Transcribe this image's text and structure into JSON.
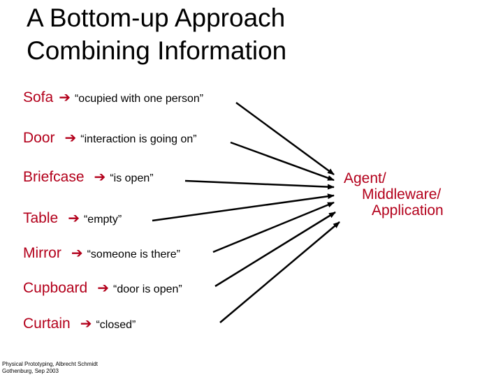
{
  "title": {
    "line1": "A Bottom-up Approach",
    "line2": "Combining Information"
  },
  "items": [
    {
      "label": "Sofa",
      "value": "“ocupied with one person”"
    },
    {
      "label": "Door",
      "value": "“interaction is going on”"
    },
    {
      "label": "Briefcase",
      "value": "“is open”"
    },
    {
      "label": "Table",
      "value": "“empty”"
    },
    {
      "label": "Mirror",
      "value": "“someone is there”"
    },
    {
      "label": "Cupboard",
      "value": "“door is open”"
    },
    {
      "label": "Curtain",
      "value": "“closed”"
    }
  ],
  "target": {
    "line1": "Agent/",
    "line2": "Middleware/",
    "line3": "Application"
  },
  "footer": {
    "line1": "Physical Prototyping, Albrecht Schmidt",
    "line2": "Gothenburg, Sep 2003"
  },
  "colors": {
    "accent": "#b3001b",
    "text": "#000000"
  }
}
